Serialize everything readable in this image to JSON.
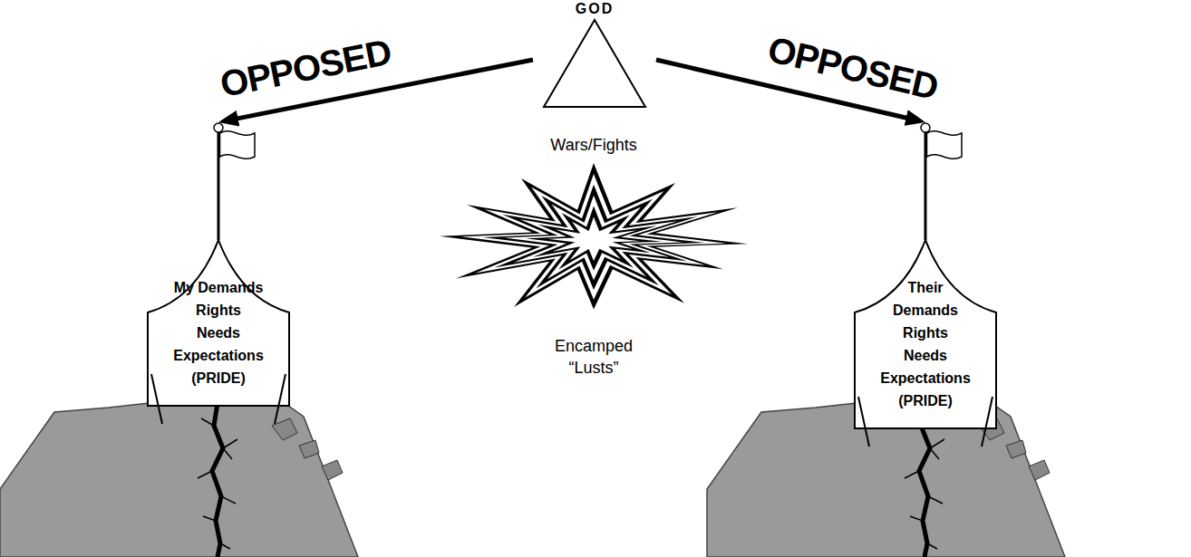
{
  "diagram": {
    "nodes": [
      {
        "text": [
          "GOD"
        ]
      },
      {
        "text": [
          "My Demands Rights Needs Expectations (PRIDE)"
        ]
      },
      {
        "text": [
          "Their Demands Rights Needs Expectations (PRIDE)"
        ]
      }
    ],
    "edges": [
      {
        "from": 0,
        "to": 1,
        "arrow": "to",
        "label": "OPPOSED"
      },
      {
        "from": 0,
        "to": 2,
        "arrow": "to",
        "label": "OPPOSED"
      }
    ],
    "labels": [
      "Wars/Fights",
      "Encamped “Lusts”"
    ]
  }
}
